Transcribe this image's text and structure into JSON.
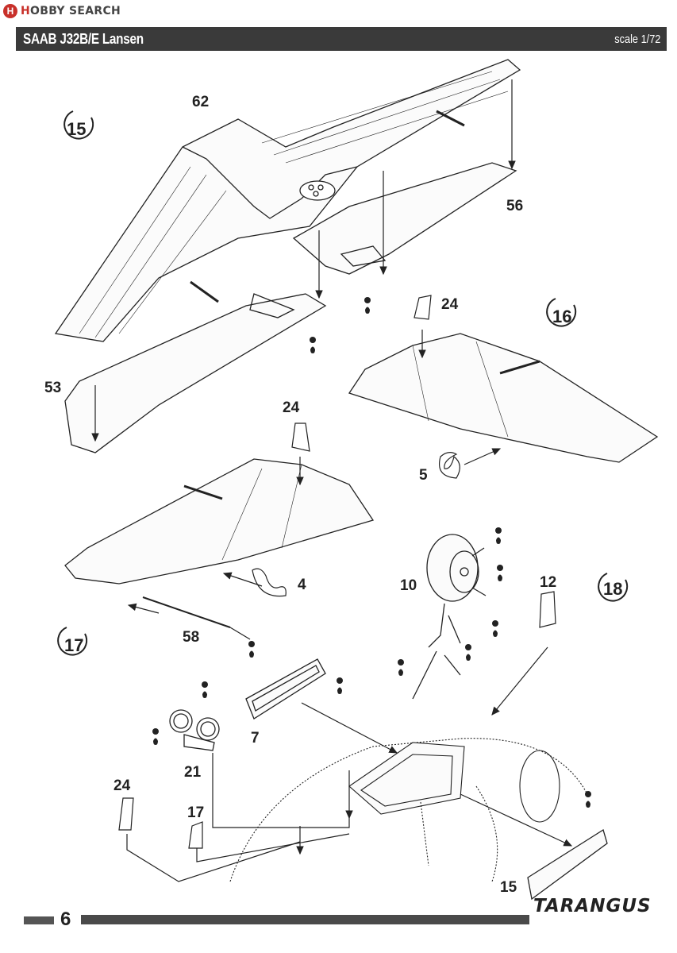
{
  "watermark": {
    "logo_letter": "H",
    "brand_red": "H",
    "brand_rest": "OBBY SEARCH"
  },
  "header": {
    "title": "SAAB J32B/E Lansen",
    "scale": "scale 1/72"
  },
  "steps": {
    "s15": "15",
    "s16": "16",
    "s17": "17",
    "s18": "18"
  },
  "parts": {
    "p62": "62",
    "p56": "56",
    "p53": "53",
    "p24a": "24",
    "p24b": "24",
    "p24c": "24",
    "p5": "5",
    "p4": "4",
    "p10": "10",
    "p12": "12",
    "p58": "58",
    "p7": "7",
    "p21": "21",
    "p17": "17",
    "p15": "15"
  },
  "footer": {
    "page_number": "6",
    "brand": "TARANGUS"
  },
  "colors": {
    "header_bg": "#3a3a3a",
    "ink": "#222222",
    "accent": "#c8302a"
  }
}
